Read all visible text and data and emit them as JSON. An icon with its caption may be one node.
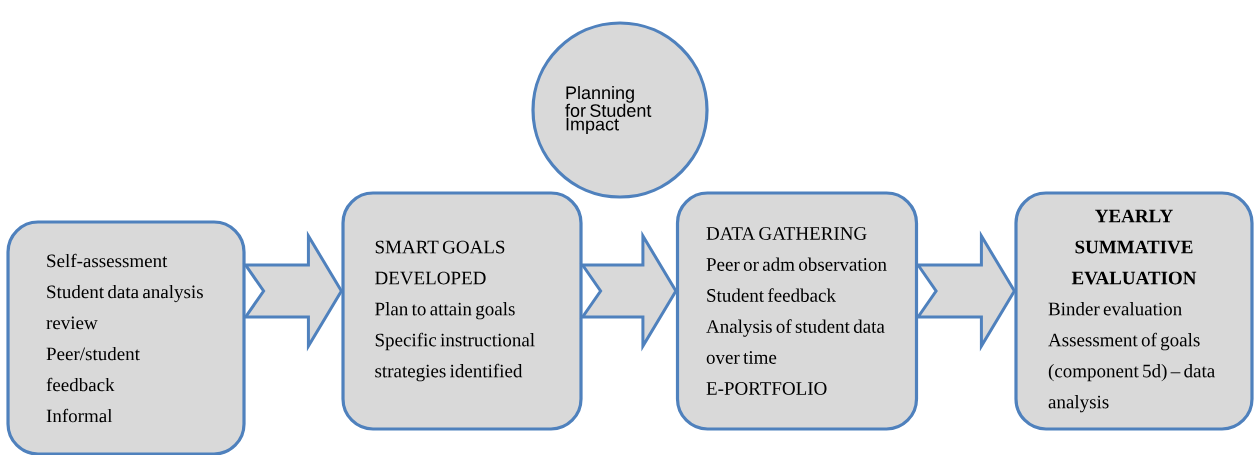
{
  "diagram": {
    "nodes": [
      {
        "text": [
          "Planning for Student Impact"
        ]
      },
      {
        "text": [
          "Self-assessment",
          "Student data analysis review",
          "Peer/student feedback",
          "Informal"
        ]
      },
      {
        "text": [
          "SMART GOALS DEVELOPED",
          "Plan to attain goals",
          "Specific instructional strategies identified"
        ]
      },
      {
        "text": [
          "DATA GATHERING",
          "Peer or adm observation",
          "Student feedback",
          "Analysis of student data over time",
          "E-PORTFOLIO"
        ]
      },
      {
        "text": [
          "YEARLY SUMMATIVE EVALUATION",
          "Binder evaluation",
          "Assessment of goals (component 5d) – data analysis"
        ]
      }
    ],
    "edges": [
      {
        "from": 1,
        "to": 2,
        "arrow": "to"
      },
      {
        "from": 2,
        "to": 3,
        "arrow": "to"
      },
      {
        "from": 3,
        "to": 4,
        "arrow": "to"
      }
    ]
  }
}
